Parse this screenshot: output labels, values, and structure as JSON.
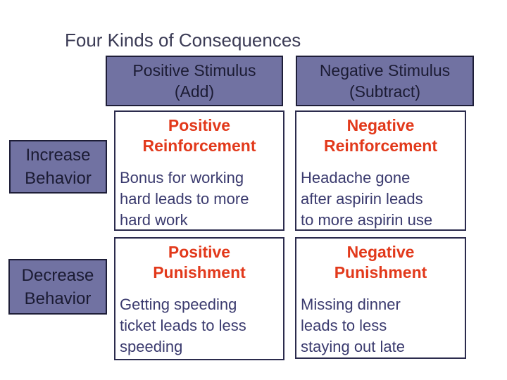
{
  "slide": {
    "title": "Four Kinds of Consequences",
    "column_headers": [
      {
        "text": "Positive Stimulus\n(Add)"
      },
      {
        "text": "Negative Stimulus\n(Subtract)"
      }
    ],
    "row_labels": [
      {
        "text": "Increase\nBehavior"
      },
      {
        "text": "Decrease\nBehavior"
      }
    ],
    "cells": [
      {
        "heading": "Positive\nReinforcement",
        "body": "Bonus for working\nhard leads to more\nhard work"
      },
      {
        "heading": "Negative\nReinforcement",
        "body": "Headache gone\nafter aspirin leads\nto more aspirin use"
      },
      {
        "heading": "Positive\nPunishment",
        "body": "Getting speeding\nticket leads to less\nspeeding"
      },
      {
        "heading": "Negative\nPunishment",
        "body": "Missing dinner\nleads to less\nstaying out late"
      }
    ],
    "colors": {
      "header_bg": "#7172A2",
      "header_border": "#1E1E38",
      "header_text": "#1B1B33",
      "cell_border": "#2B2B4D",
      "cell_heading_red": "#E2391B",
      "cell_body_navy": "#3A3A6E",
      "title_text": "#3B3B55"
    }
  }
}
